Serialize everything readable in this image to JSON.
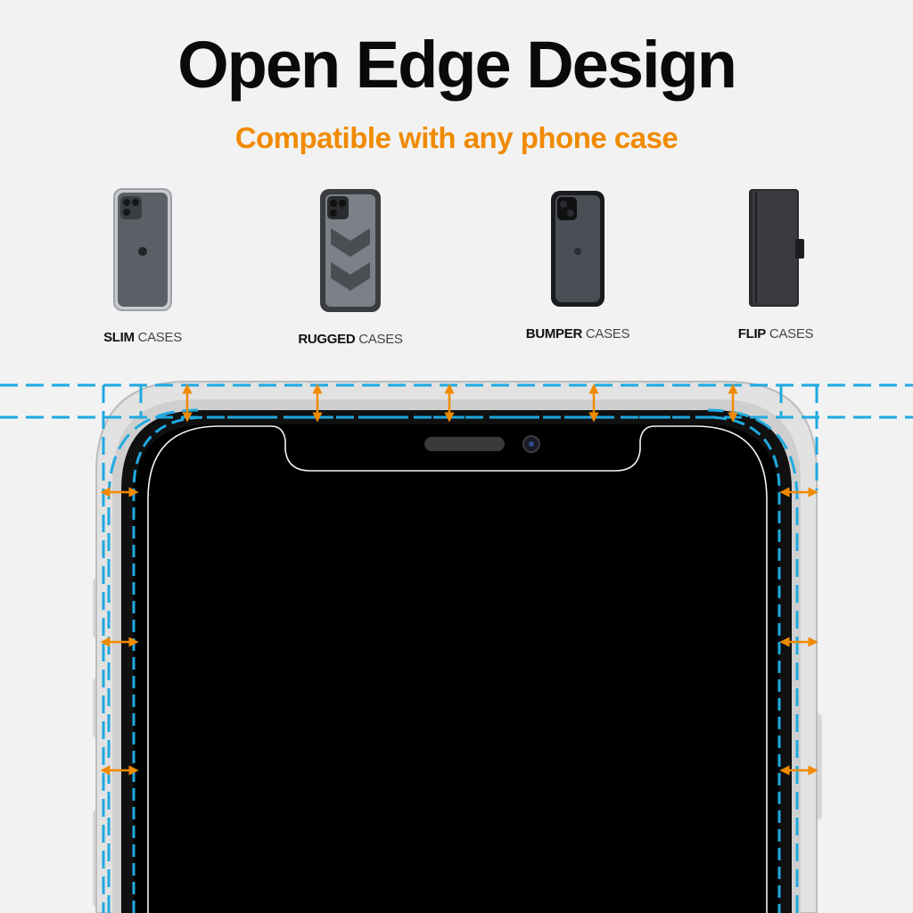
{
  "header": {
    "title": "Open Edge Design",
    "subtitle": "Compatible with any phone case"
  },
  "cases": [
    {
      "strong": "SLIM",
      "rest": " CASES",
      "icon": "slim-case-icon"
    },
    {
      "strong": "RUGGED",
      "rest": " CASES",
      "icon": "rugged-case-icon"
    },
    {
      "strong": "BUMPER",
      "rest": " CASES",
      "icon": "bumper-case-icon"
    },
    {
      "strong": "FLIP",
      "rest": " CASES",
      "icon": "flip-case-icon"
    }
  ],
  "colors": {
    "title": "#0a0a0a",
    "accent_orange": "#f08a00",
    "guide_blue": "#1fa9e0",
    "background": "#f2f2f2",
    "screen": "#000000"
  }
}
